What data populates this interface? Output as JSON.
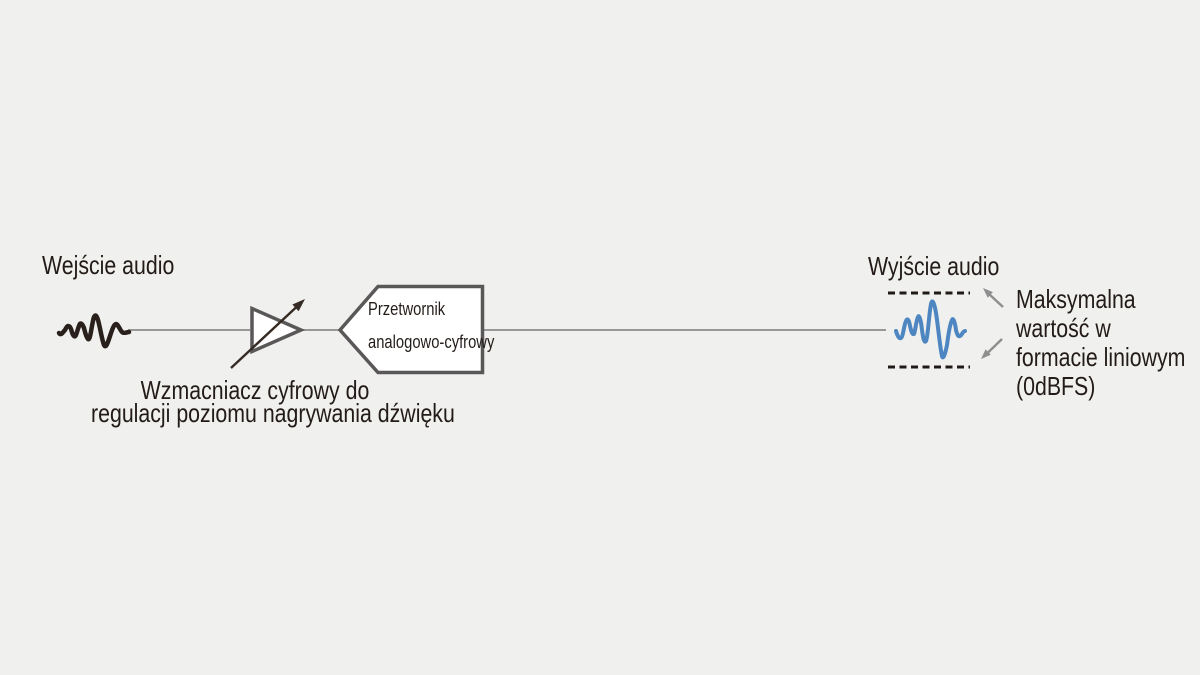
{
  "diagram_title": "Audio recording signal path (Polish)",
  "labels": {
    "input_title": "Wejście audio",
    "output_title": "Wyjście audio",
    "adc_line1": "Przetwornik",
    "adc_line2": "analogowo-cyfrowy",
    "amp_caption_line1": "Wzmacniacz cyfrowy do",
    "amp_caption_line2": "regulacji poziomu nagrywania dźwięku",
    "max_note_line1": "Maksymalna",
    "max_note_line2": "wartość w",
    "max_note_line3": "formacie liniowym",
    "max_note_line4": "(0dBFS)"
  },
  "icons": {
    "input_waveform": "dark hand-drawn audio wave",
    "amplifier": "triangle amplifier symbol with diagonal gain arrow",
    "adc_block": "left-pointing pentagon block",
    "output_waveform": "blue audio wave between dashed clipping limits",
    "limit_arrows": "two gray arrows pointing at dashed limit lines"
  },
  "colors": {
    "background": "#f0f0ee",
    "ink": "#221b18",
    "input_wave": "#2a201b",
    "output_wave_blue": "#4d86c0",
    "block_stroke": "#595757",
    "wire_gray": "#8c8c8c",
    "arrow_gray": "#8e8e8f"
  }
}
